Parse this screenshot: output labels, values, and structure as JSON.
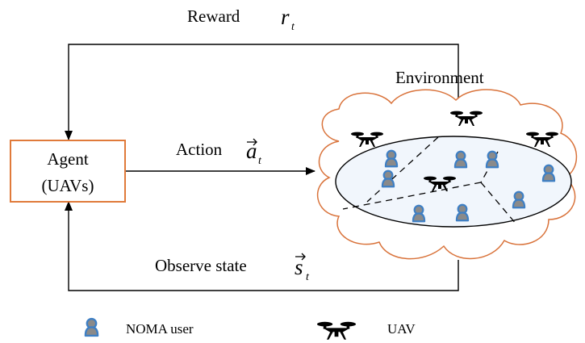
{
  "reward": {
    "label": "Reward",
    "symbol": "r",
    "subscript": "t"
  },
  "environment": {
    "label": "Environment"
  },
  "agent": {
    "line1": "Agent",
    "line2": "(UAVs)",
    "border_color": "#E07A3A"
  },
  "action": {
    "label": "Action",
    "symbol": "a",
    "subscript": "t"
  },
  "observe": {
    "label": "Observe state",
    "symbol": "s",
    "subscript": "t"
  },
  "cloud": {
    "border_color": "#D9733B"
  },
  "user_icon": {
    "fill": "#8A8A8A",
    "stroke": "#3E7FC4",
    "name": "noma-user-icon"
  },
  "legend": {
    "user_label": "NOMA user",
    "uav_label": "UAV"
  }
}
